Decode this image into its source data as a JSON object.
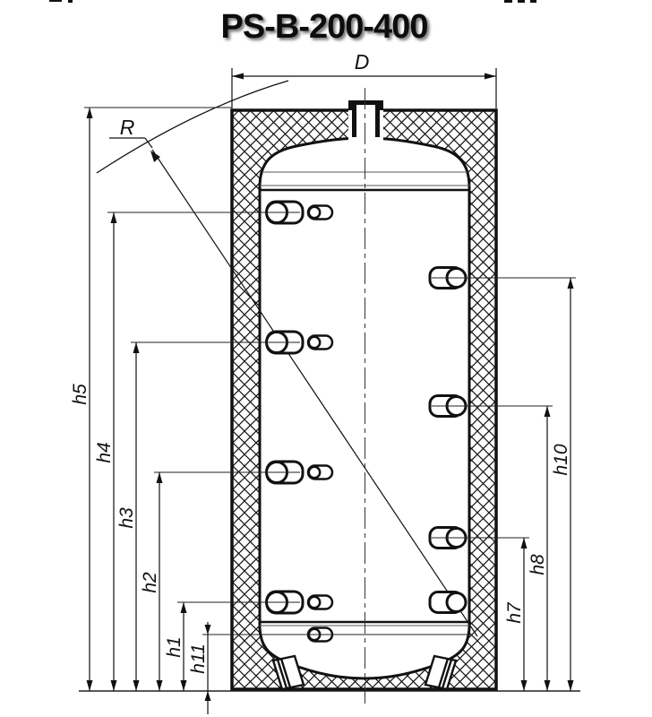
{
  "title": "PS-B-200-400",
  "colors": {
    "line": "#111111",
    "thin_line": "#555555",
    "background": "#ffffff"
  },
  "dimensions": {
    "diameter_label": "D",
    "radius_label": "R",
    "left_height_labels": [
      "h5",
      "h4",
      "h3",
      "h2",
      "h1",
      "h11"
    ],
    "right_height_labels": [
      "h10",
      "h8",
      "h7"
    ]
  }
}
